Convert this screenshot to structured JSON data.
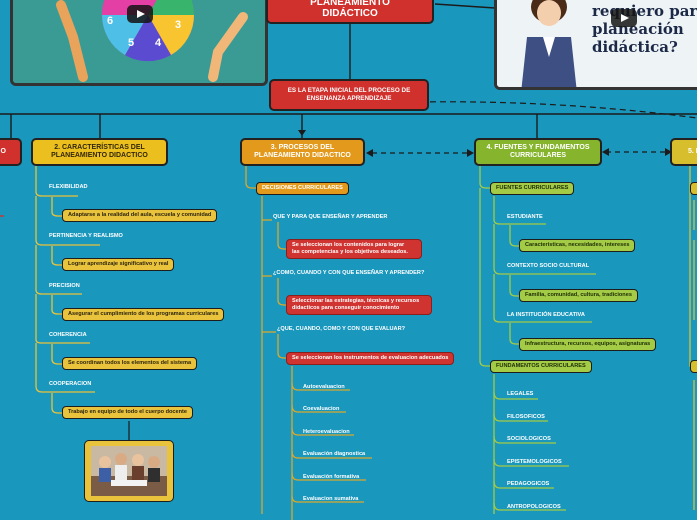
{
  "colors": {
    "background": "#1a97bd",
    "red": "#d0312d",
    "gold": "#ebbf1e",
    "green": "#86b52d"
  },
  "top": {
    "title_line1": "PLANEAMIENTO",
    "title_line2": "DIDÁCTICO",
    "video_right_text_1": "requiero para m",
    "video_right_text_2": "planeación",
    "video_right_text_3": "didáctica?",
    "wheel_numbers": [
      "6",
      "5",
      "4",
      "3"
    ]
  },
  "etapa": {
    "line1": "ES LA ETAPA INICIAL DEL PROCESO DE",
    "line2": "ENSENANZA APRENDIZAJE"
  },
  "branch1": {
    "label": "O"
  },
  "branch2": {
    "line1": "2. CARACTERÍSTICAS DEL",
    "line2": "PLANEAMIENTO DIDACTICO",
    "items": [
      {
        "label": "FLEXIBILIDAD",
        "value": "Adaptarse a la realidad del aula, escuela y comunidad"
      },
      {
        "label": "PERTINENCIA Y REALISMO",
        "value": "Lograr aprendizaje significativo y real"
      },
      {
        "label": "PRECISION",
        "value": "Asegurar el cumplimiento de los programas curriculares"
      },
      {
        "label": "COHERENCIA",
        "value": "Se coordinan todos los elementos del sistema"
      },
      {
        "label": "COOPERACION",
        "value": "Trabajo en equipo de todo el cuerpo docente"
      }
    ]
  },
  "branch3": {
    "line1": "3. PROCESOS DEL",
    "line2": "PLANEAMIENTO DIDACTICO",
    "decisions": "DECISIONES CURRICULARES",
    "q1": "QUE Y PARA QUE ENSEÑAR Y APRENDER",
    "a1_line1": "Se seleccionan los contenidos para lograr",
    "a1_line2": "las competencias y los objetivos deseados.",
    "q2": "¿COMO, CUANDO Y CON QUE ENSEÑAR Y APRENDER?",
    "a2_line1": "Seleccionar las estrategias, técnicas y recursos",
    "a2_line2": "didacticos para conseguir conocimiento",
    "q3": "¿QUE, CUANDO, COMO Y CON QUE EVALUAR?",
    "a3": "Se seleccionan los instrumentos de evaluacion adecuados",
    "evals": [
      "Autoevaluacion",
      "Coevaluacion",
      "Heteroevaluacion",
      "Evaluación diagnostica",
      "Evaluación formativa",
      "Evaluacion sumativa"
    ]
  },
  "branch4": {
    "line1": "4. FUENTES Y FUNDAMENTOS",
    "line2": "CURRICULARES",
    "fuentes": "FUENTES CURRICULARES",
    "sources": [
      {
        "label": "ESTUDIANTE",
        "value": "Caracteristicas, necesidades, intereses"
      },
      {
        "label": "CONTEXTO SOCIO CULTURAL",
        "value": "Familia, comunidad, cultura, tradiciones"
      },
      {
        "label": "LA INSTITUCIÓN EDUCATIVA",
        "value": "Infraestructura, recursos, equipos, asignaturas"
      }
    ],
    "fundamentos": "FUNDAMENTOS CURRICULARES",
    "foundations": [
      "LEGALES",
      "FILOSOFICOS",
      "SOCIOLOGICOS",
      "EPISTEMOLOGICOS",
      "PEDAGOGICOS",
      "ANTROPOLOGICOS"
    ]
  },
  "branch5": {
    "label": "5. E"
  }
}
